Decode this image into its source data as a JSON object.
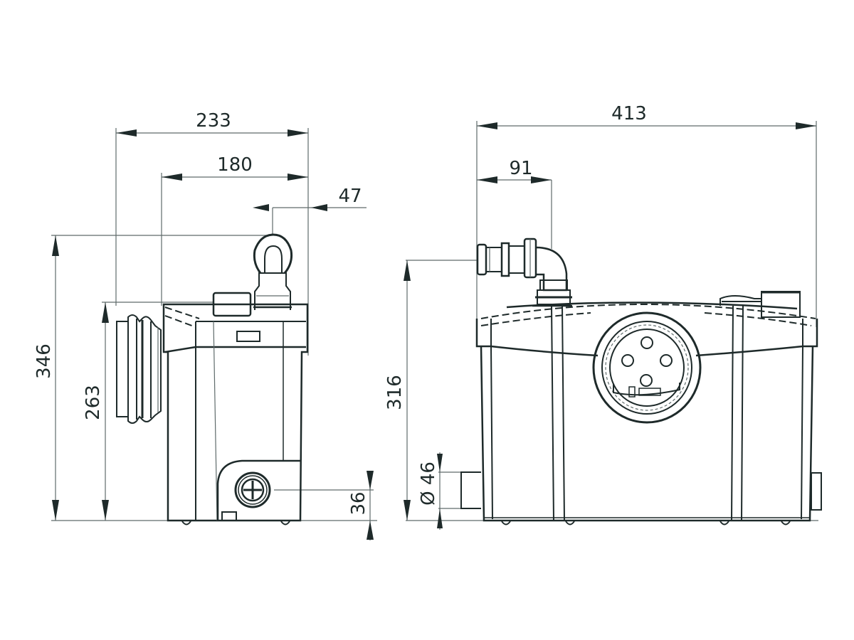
{
  "drawing": {
    "background": "#ffffff",
    "line_color": "#1e2a2a",
    "views": [
      {
        "name": "side-view",
        "dimensions": {
          "overall_width": "233",
          "body_width": "180",
          "outlet_offset": "47",
          "overall_height": "346",
          "inlet_height": "263",
          "lower_inlet_height": "36"
        }
      },
      {
        "name": "front-view",
        "dimensions": {
          "overall_width": "413",
          "outlet_offset": "91",
          "outlet_height": "316",
          "inlet_diameter": "Ø 46"
        }
      }
    ]
  }
}
